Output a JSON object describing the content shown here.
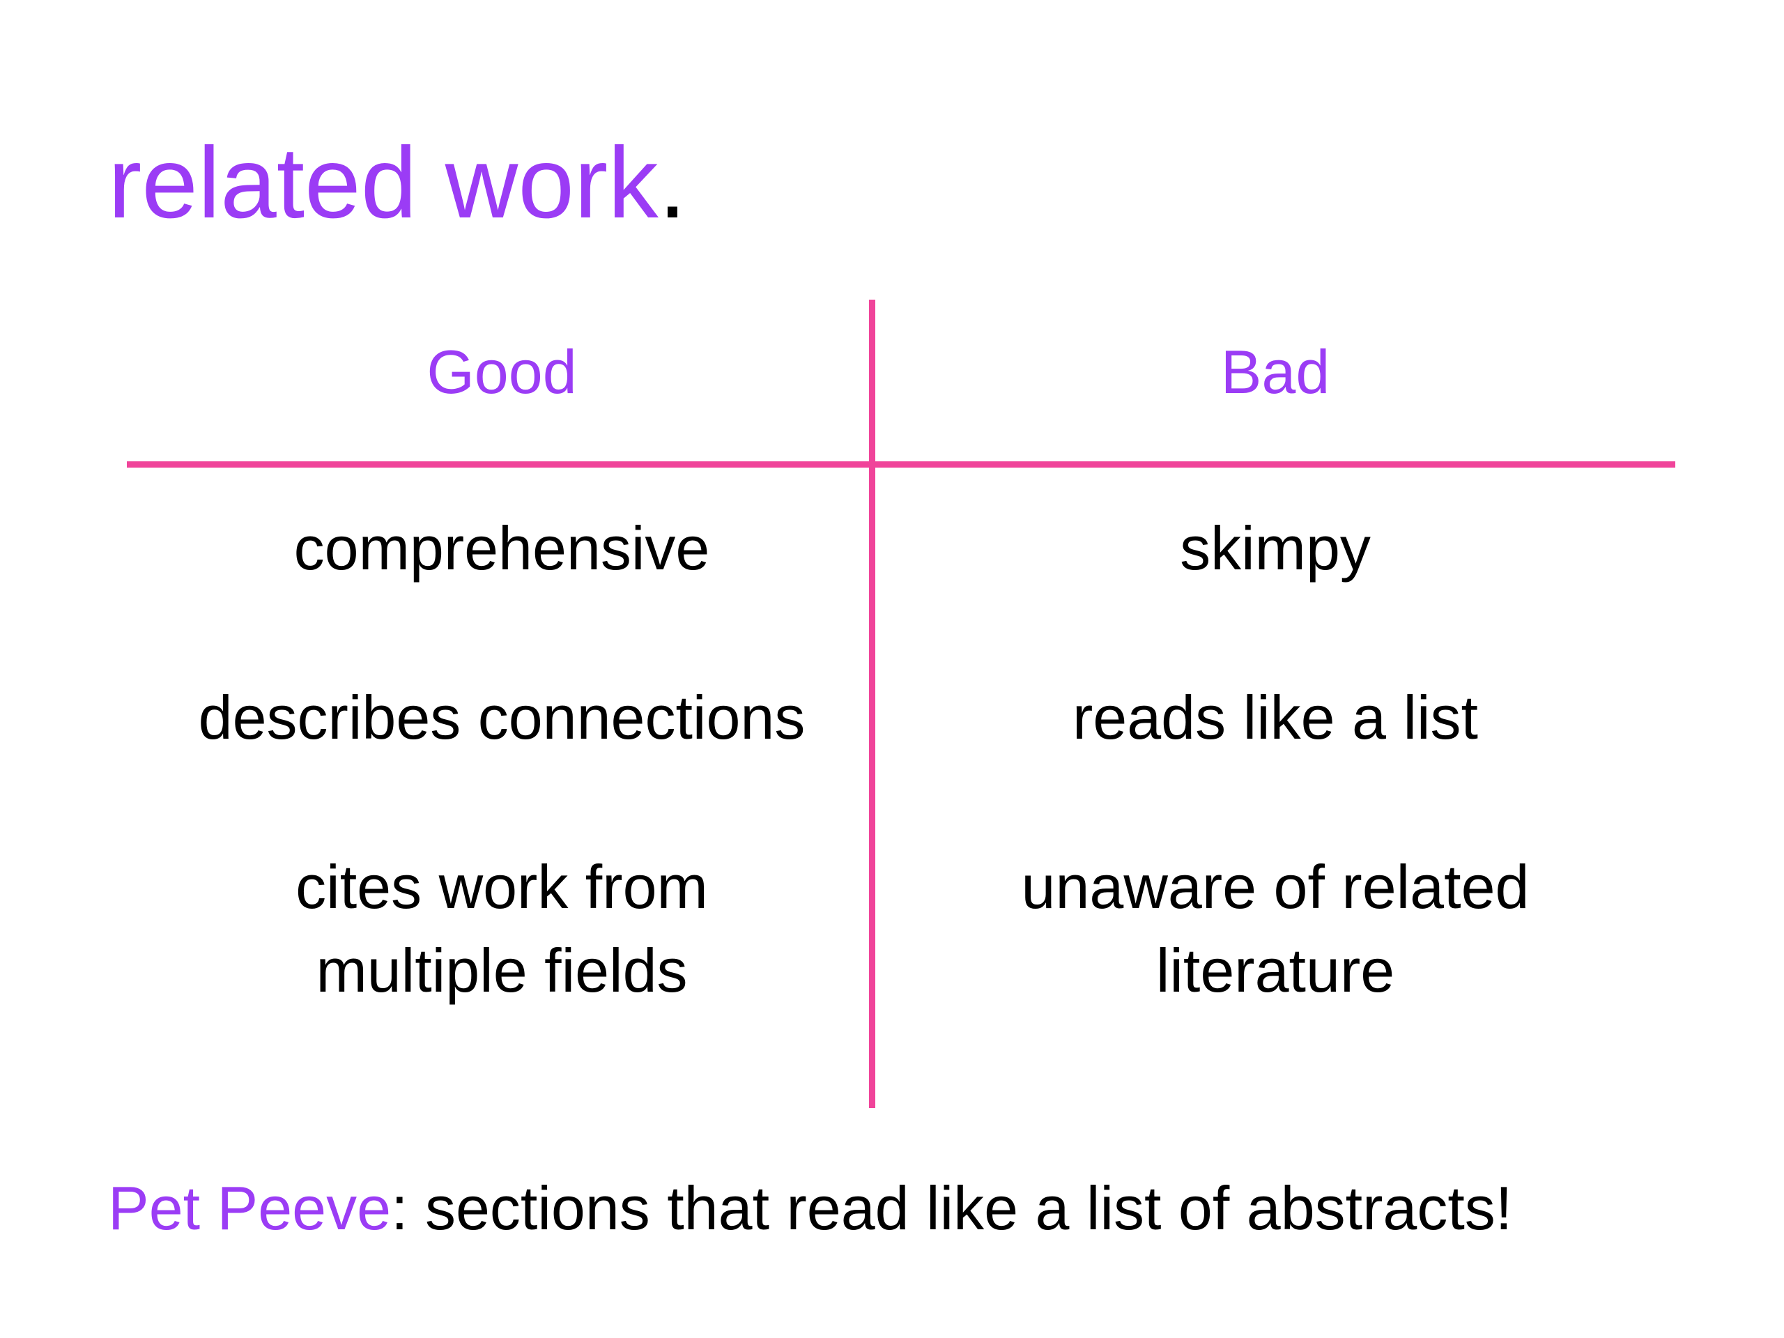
{
  "colors": {
    "accent_purple": "#9b3cf5",
    "rule_pink": "#f0449a",
    "text": "#000000",
    "background": "#ffffff"
  },
  "title": {
    "main": "related work",
    "punctuation": "."
  },
  "table": {
    "headers": {
      "good": "Good",
      "bad": "Bad"
    },
    "good_items": [
      "comprehensive",
      "describes connections",
      "cites work from",
      "multiple fields"
    ],
    "bad_items": [
      "skimpy",
      "reads like a list",
      "unaware of related",
      "literature"
    ]
  },
  "footer": {
    "label": "Pet Peeve",
    "text": ": sections that read like a list of abstracts!"
  }
}
